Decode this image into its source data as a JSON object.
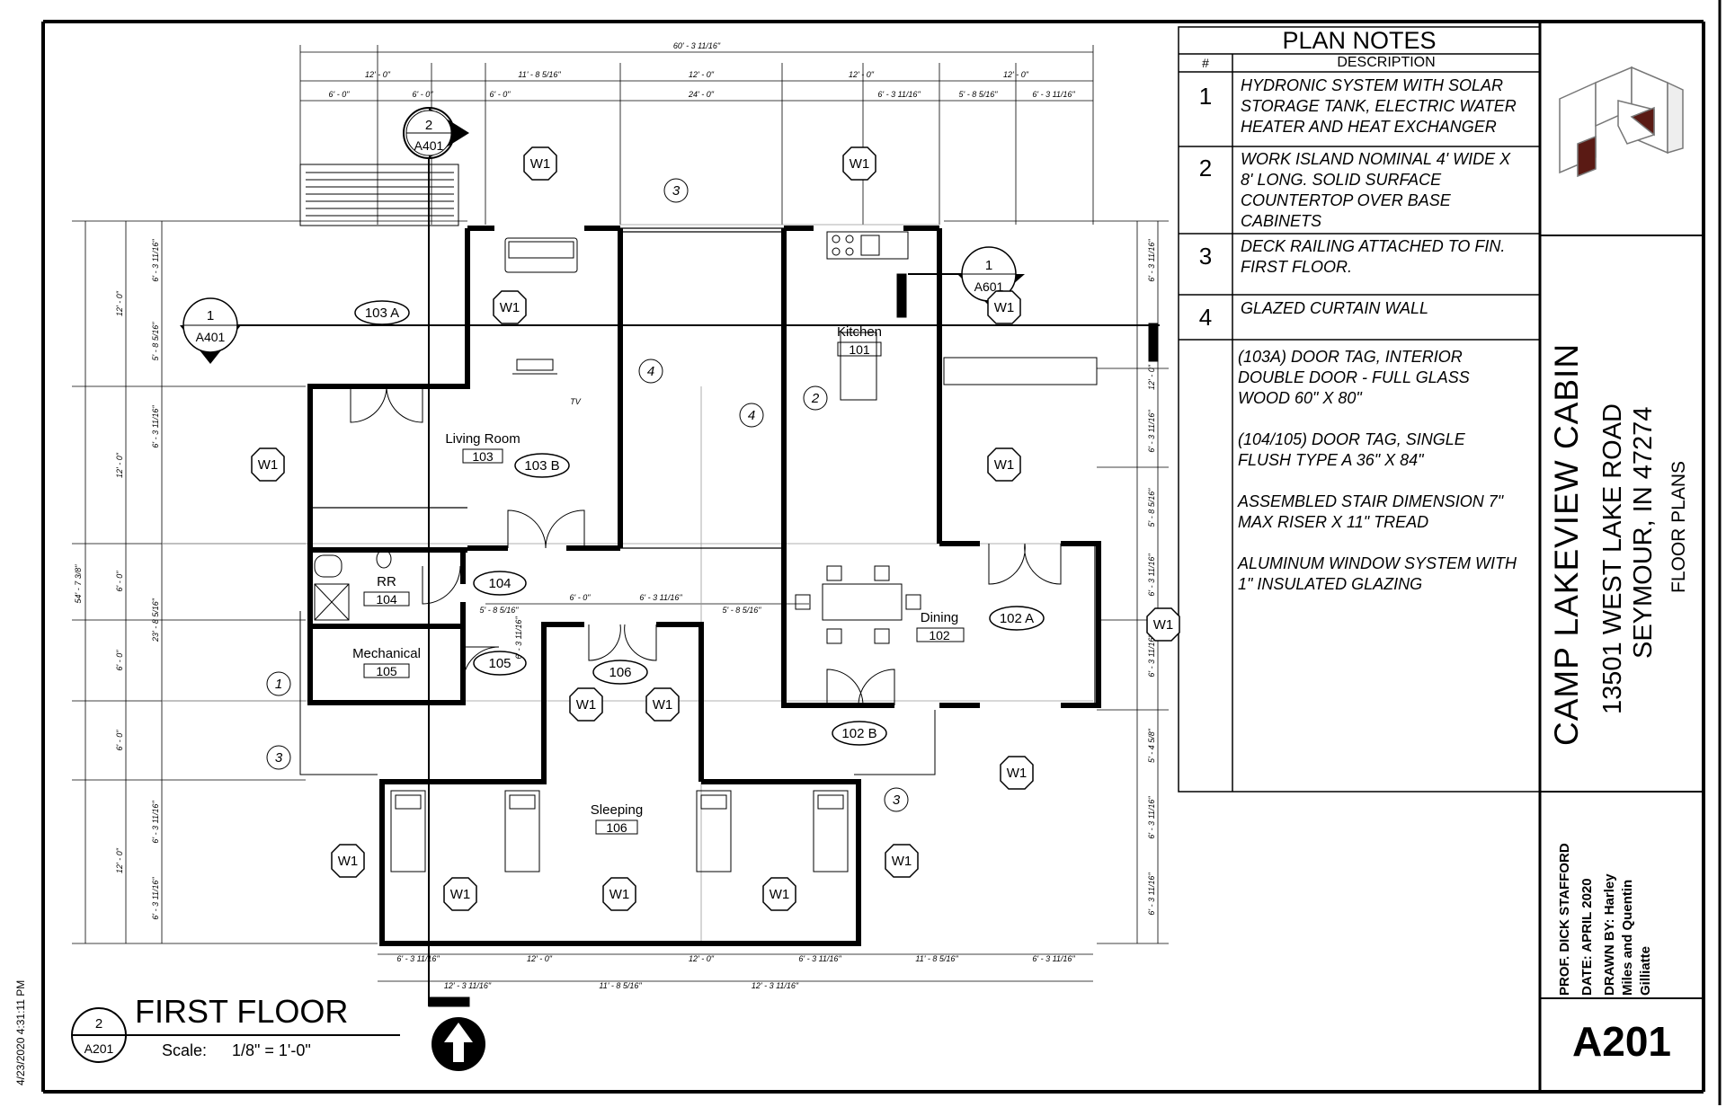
{
  "sheet": {
    "plan_title": "FIRST FLOOR",
    "scale_label": "Scale:",
    "scale_value": "1/8\" = 1'-0\"",
    "view_tag_num": "2",
    "view_tag_sheet": "A201",
    "sheet_number": "A201",
    "timestamp": "4/23/2020 4:31:11 PM",
    "colors": {
      "line": "#000000",
      "fill": "#ffffff",
      "logo_dark": "#5a1a14"
    }
  },
  "notes": {
    "header": "PLAN NOTES",
    "col_num": "#",
    "col_desc": "DESCRIPTION",
    "items": [
      {
        "num": "1",
        "text": "HYDRONIC SYSTEM WITH SOLAR\nSTORAGE TANK, ELECTRIC WATER\nHEATER AND HEAT EXCHANGER"
      },
      {
        "num": "2",
        "text": "WORK ISLAND NOMINAL 4' WIDE X\n8' LONG. SOLID SURFACE\nCOUNTERTOP OVER BASE\nCABINETS"
      },
      {
        "num": "3",
        "text": "DECK RAILING ATTACHED TO FIN.\nFIRST FLOOR."
      },
      {
        "num": "4",
        "text": "GLAZED CURTAIN WALL"
      },
      {
        "num": "",
        "text": "(103A) DOOR TAG, INTERIOR\nDOUBLE DOOR - FULL GLASS\nWOOD 60\" X 80\"\n\n(104/105) DOOR TAG, SINGLE\nFLUSH TYPE A 36\" X 84\"\n\nASSEMBLED STAIR DIMENSION 7\"\nMAX RISER X 11\" TREAD\n\nALUMINUM WINDOW SYSTEM WITH\n1\" INSULATED GLAZING"
      }
    ]
  },
  "titleblock": {
    "project": "CAMP LAKEVIEW CABIN",
    "address": "13501 WEST LAKE ROAD",
    "city": "SEYMOUR, IN 47274",
    "sheet_title": "FLOOR PLANS",
    "prof": "PROF. DICK STAFFORD",
    "date": "DATE: APRIL 2020",
    "drawn1": "DRAWN BY: Harley",
    "drawn2": "Miles and Quentin",
    "drawn3": "Gilliatte"
  },
  "rooms": [
    {
      "name": "Living Room",
      "num": "103"
    },
    {
      "name": "Kitchen",
      "num": "101"
    },
    {
      "name": "RR",
      "num": "104"
    },
    {
      "name": "Mechanical",
      "num": "105"
    },
    {
      "name": "Dining",
      "num": "102"
    },
    {
      "name": "Sleeping",
      "num": "106"
    }
  ],
  "door_tags": [
    "103 A",
    "103 B",
    "104",
    "105",
    "106",
    "102 A",
    "102 B"
  ],
  "window_tag": "W1",
  "note_callouts": [
    "1",
    "2",
    "3",
    "4"
  ],
  "section_tags": [
    {
      "num": "2",
      "sheet": "A401"
    },
    {
      "num": "1",
      "sheet": "A401"
    },
    {
      "num": "1",
      "sheet": "A601"
    }
  ],
  "tv_label": "TV",
  "dims_top": {
    "overall": "60' - 3 11/16\"",
    "row2": [
      "12' - 0\"",
      "11' - 8 5/16\"",
      "12' - 0\"",
      "12' - 0\"",
      "12' - 0\""
    ],
    "row3": [
      "6' - 0\"",
      "6' - 0\"",
      "6' - 0\"",
      "24' - 0\"",
      "6' - 3 11/16\"",
      "5' - 8 5/16\"",
      "6' - 3 11/16\""
    ],
    "mid": [
      "6' - 0\"",
      "6' - 3 11/16\"",
      "5' - 8 5/16\"",
      "5' - 8 5/16\""
    ]
  },
  "dims_bottom": {
    "row1": [
      "6' - 3 11/16\"",
      "12' - 0\"",
      "12' - 0\"",
      "6' - 3 11/16\"",
      "11' - 8 5/16\"",
      "6' - 3 11/16\""
    ],
    "row2": [
      "12' - 3 11/16\"",
      "11' - 8 5/16\"",
      "12' - 3 11/16\""
    ]
  },
  "dims_left": {
    "overall": "54' - 7 3/8\"",
    "mid": "23' - 8 5/16\"",
    "row2": [
      "12' - 0\"",
      "12' - 0\"",
      "6' - 0\"",
      "6' - 0\"",
      "6' - 0\"",
      "12' - 0\""
    ],
    "row3": [
      "6' - 3 11/16\"",
      "5' - 8 5/16\"",
      "6' - 3 11/16\"",
      "6' - 3 11/16\"",
      "6' - 3 11/16\""
    ]
  },
  "dims_right": {
    "row1": [
      "6' - 3 11/16\"",
      "5' - 8 5/16\"",
      "6' - 3 11/16\"",
      "6' - 3 11/16\"",
      "6' - 3 11/16\"",
      "6' - 3 11/16\""
    ],
    "row2": [
      "12' - 0\"",
      "5' - 4 5/8\""
    ],
    "mid": [
      "6' - 3 11/16\"",
      "6' - 3 11/16\""
    ]
  }
}
